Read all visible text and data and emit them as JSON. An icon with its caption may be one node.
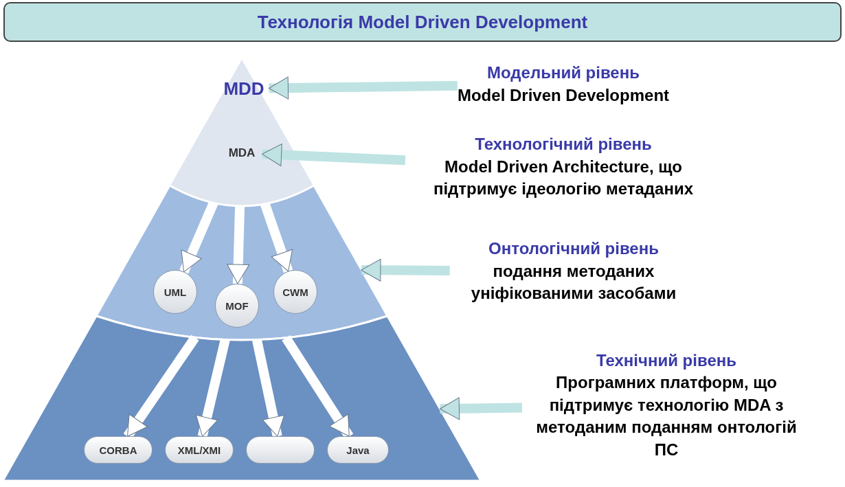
{
  "diagram": {
    "title": "Технологія Model Driven Development",
    "nodes": [
      {
        "text": [],
        "shape": "triangle"
      },
      {
        "text": [
          "MDD"
        ],
        "in": 0
      },
      {
        "text": [
          "MDA"
        ],
        "in": 0
      },
      {
        "text": [],
        "shape": "band"
      },
      {
        "text": [
          "UML"
        ],
        "in": 3
      },
      {
        "text": [
          "MOF"
        ],
        "in": 3
      },
      {
        "text": [
          "CWM"
        ],
        "in": 3
      },
      {
        "text": [],
        "shape": "band"
      },
      {
        "text": [
          "CORBA"
        ],
        "in": 7
      },
      {
        "text": [
          "XML/XMI"
        ],
        "in": 7
      },
      {
        "text": [],
        "shape": "box",
        "in": 7
      },
      {
        "text": [
          "Java"
        ],
        "in": 7
      },
      {
        "text": [
          "Модельний рівень",
          "Model Driven Development"
        ]
      },
      {
        "text": [
          "Технологічний рівень",
          "Model Driven Architecture, що підтримує ідеологію метаданих"
        ]
      },
      {
        "text": [
          "Онтологічний рівень",
          "подання методаних уніфікованими засобами"
        ]
      },
      {
        "text": [
          "Технічний рівень",
          "Програмних платформ, що підтримує технологію MDA з методаним поданням онтологій ПС"
        ]
      }
    ],
    "edges": [
      {
        "from": 12,
        "to": 1,
        "arrow": "to",
        "color": "#bfe3e3"
      },
      {
        "from": 13,
        "to": 2,
        "arrow": "to",
        "color": "#bfe3e3"
      },
      {
        "from": 14,
        "to": 3,
        "arrow": "to",
        "color": "#bfe3e3"
      },
      {
        "from": 15,
        "to": 7,
        "arrow": "to",
        "color": "#bfe3e3"
      },
      {
        "from": 0,
        "to": 4,
        "arrow": "to"
      },
      {
        "from": 0,
        "to": 5,
        "arrow": "to"
      },
      {
        "from": 0,
        "to": 6,
        "arrow": "to"
      },
      {
        "from": 3,
        "to": 8,
        "arrow": "to"
      },
      {
        "from": 3,
        "to": 9,
        "arrow": "to"
      },
      {
        "from": 3,
        "to": 10,
        "arrow": "to"
      },
      {
        "from": 3,
        "to": 11,
        "arrow": "to"
      }
    ]
  }
}
